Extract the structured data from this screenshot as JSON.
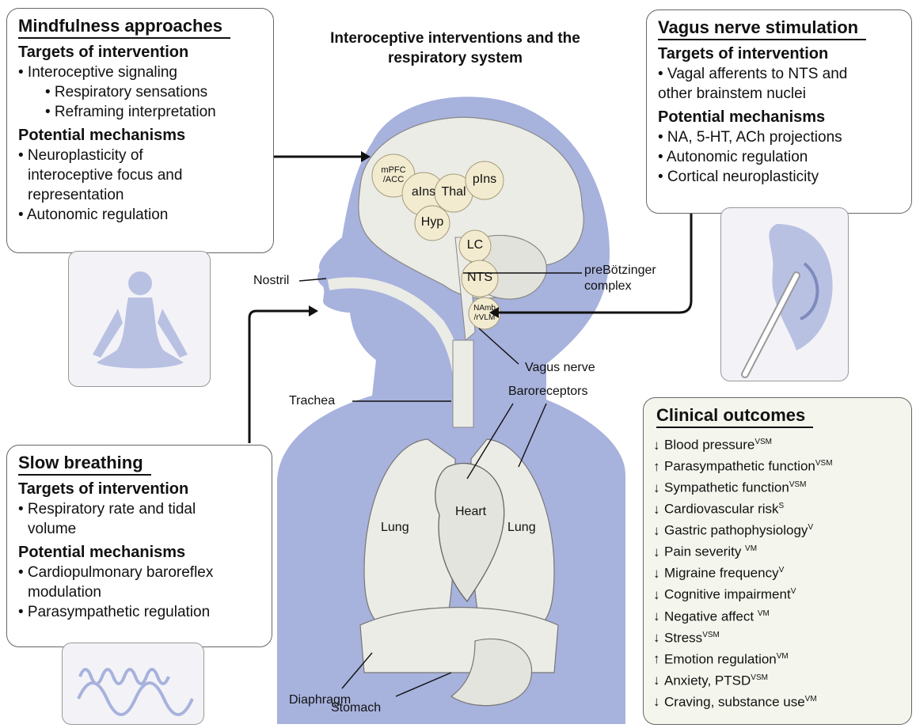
{
  "title": "Interoceptive interventions and the respiratory system",
  "mindfulness": {
    "heading": "Mindfulness approaches",
    "targets_heading": "Targets of intervention",
    "targets": [
      "• Interoceptive signaling",
      "• Respiratory sensations",
      "• Reframing interpretation"
    ],
    "mechanisms_heading": "Potential mechanisms",
    "mechanisms": [
      "• Neuroplasticity of",
      "interoceptive focus and",
      "representation",
      "• Autonomic regulation"
    ]
  },
  "vns": {
    "heading": "Vagus nerve stimulation",
    "targets_heading": "Targets of intervention",
    "targets": [
      "• Vagal afferents to NTS and",
      "other brainstem nuclei"
    ],
    "mechanisms_heading": "Potential mechanisms",
    "mechanisms": [
      "• NA, 5-HT, ACh projections",
      "• Autonomic regulation",
      "• Cortical neuroplasticity"
    ]
  },
  "slow_breathing": {
    "heading": "Slow breathing",
    "targets_heading": "Targets of intervention",
    "targets": [
      "• Respiratory rate and tidal",
      "volume"
    ],
    "mechanisms_heading": "Potential mechanisms",
    "mechanisms": [
      "• Cardiopulmonary baroreflex",
      "modulation",
      "• Parasympathetic regulation"
    ]
  },
  "clinical": {
    "heading": "Clinical outcomes",
    "outcomes": [
      {
        "arrow": "↓",
        "text": "Blood pressure",
        "sup": "VSM"
      },
      {
        "arrow": "↑",
        "text": "Parasympathetic function",
        "sup": "VSM"
      },
      {
        "arrow": "↓",
        "text": "Sympathetic function",
        "sup": "VSM"
      },
      {
        "arrow": "↓",
        "text": "Cardiovascular risk",
        "sup": "S"
      },
      {
        "arrow": "↓",
        "text": "Gastric pathophysiology",
        "sup": "V"
      },
      {
        "arrow": "↓",
        "text": "Pain severity ",
        "sup": "VM"
      },
      {
        "arrow": "↓",
        "text": "Migraine frequency",
        "sup": "V"
      },
      {
        "arrow": "↓",
        "text": "Cognitive impairment",
        "sup": "V"
      },
      {
        "arrow": "↓",
        "text": "Negative affect ",
        "sup": "VM"
      },
      {
        "arrow": "↓",
        "text": "Stress",
        "sup": "VSM"
      },
      {
        "arrow": "↑",
        "text": "Emotion regulation",
        "sup": "VM"
      },
      {
        "arrow": "↓",
        "text": "Anxiety, PTSD",
        "sup": "VSM"
      },
      {
        "arrow": "↓",
        "text": "Craving, substance use",
        "sup": "VM"
      }
    ]
  },
  "brain_regions": {
    "mpfc": "mPFC\n/ACC",
    "ains": "aIns",
    "thal": "Thal",
    "pins": "pIns",
    "hyp": "Hyp",
    "lc": "LC",
    "nts": "NTS",
    "namb": "NAmb\n/rVLM"
  },
  "anatomy_labels": {
    "nostril": "Nostril",
    "prebotzinger": "preBötzinger\ncomplex",
    "vagus": "Vagus nerve",
    "baroreceptors": "Baroreceptors",
    "trachea": "Trachea",
    "heart": "Heart",
    "lung_left": "Lung",
    "lung_right": "Lung",
    "diaphragm": "Diaphragm",
    "stomach": "Stomach"
  },
  "colors": {
    "silhouette": "#a7b2dd",
    "organ_fill": "#ecece6",
    "region_fill": "#f2ebcf",
    "clinical_bg": "#f4f5ec"
  }
}
